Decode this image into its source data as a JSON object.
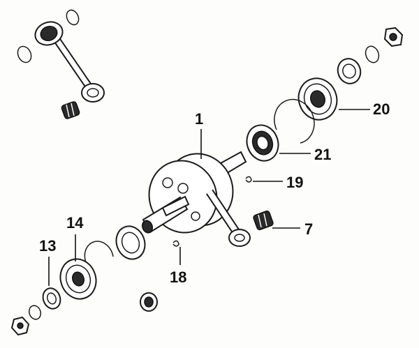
{
  "callouts": {
    "c1": "1",
    "c7": "7",
    "c13": "13",
    "c14": "14",
    "c18": "18",
    "c19": "19",
    "c20": "20",
    "c21": "21"
  }
}
